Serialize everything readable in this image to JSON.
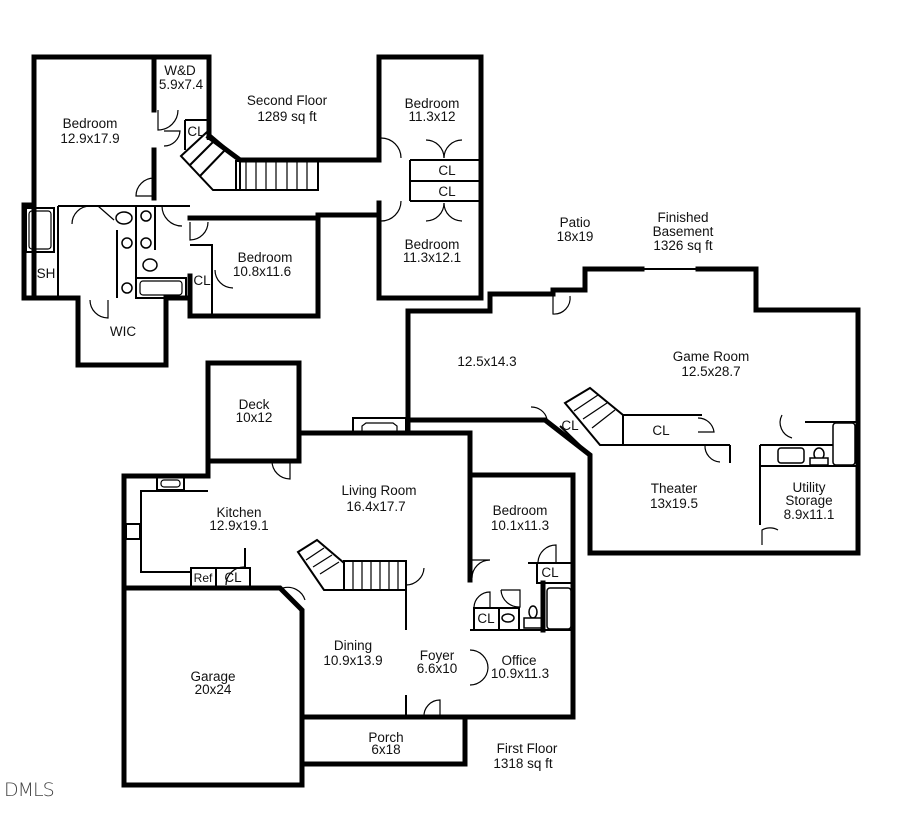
{
  "floor_plan": {
    "second_floor": {
      "title": "Second Floor",
      "area": "1289 sq ft",
      "rooms": [
        {
          "name": "Bedroom",
          "dims": "12.9x17.9"
        },
        {
          "name": "W&D",
          "dims": "5.9x7.4"
        },
        {
          "name": "Bedroom",
          "dims": "11.3x12"
        },
        {
          "name": "Bedroom",
          "dims": "11.3x12.1"
        },
        {
          "name": "Bedroom",
          "dims": "10.8x11.6"
        },
        {
          "name": "SH",
          "dims": ""
        },
        {
          "name": "WIC",
          "dims": ""
        }
      ],
      "closets": [
        "CL",
        "CL",
        "CL",
        "CL"
      ]
    },
    "basement": {
      "title": "Finished",
      "title2": "Basement",
      "area": "1326 sq ft",
      "rooms": [
        {
          "name": "Patio",
          "dims": "18x19"
        },
        {
          "name": "",
          "dims": "12.5x14.3"
        },
        {
          "name": "Game Room",
          "dims": "12.5x28.7"
        },
        {
          "name": "Theater",
          "dims": "13x19.5"
        },
        {
          "name": "Utility",
          "name2": "Storage",
          "dims": "8.9x11.1"
        }
      ],
      "closets": [
        "CL",
        "CL"
      ]
    },
    "first_floor": {
      "title": "First Floor",
      "area": "1318 sq ft",
      "rooms": [
        {
          "name": "Deck",
          "dims": "10x12"
        },
        {
          "name": "Kitchen",
          "dims": "12.9x19.1"
        },
        {
          "name": "Living Room",
          "dims": "16.4x17.7"
        },
        {
          "name": "Bedroom",
          "dims": "10.1x11.3"
        },
        {
          "name": "Garage",
          "dims": "20x24"
        },
        {
          "name": "Dining",
          "dims": "10.9x13.9"
        },
        {
          "name": "Foyer",
          "dims": "6.6x10"
        },
        {
          "name": "Office",
          "dims": "10.9x11.3"
        },
        {
          "name": "Porch",
          "dims": "6x18"
        }
      ],
      "closets": [
        "CL",
        "CL",
        "CL"
      ],
      "fixtures": {
        "ref": "Ref"
      }
    },
    "watermark": "DMLS"
  }
}
